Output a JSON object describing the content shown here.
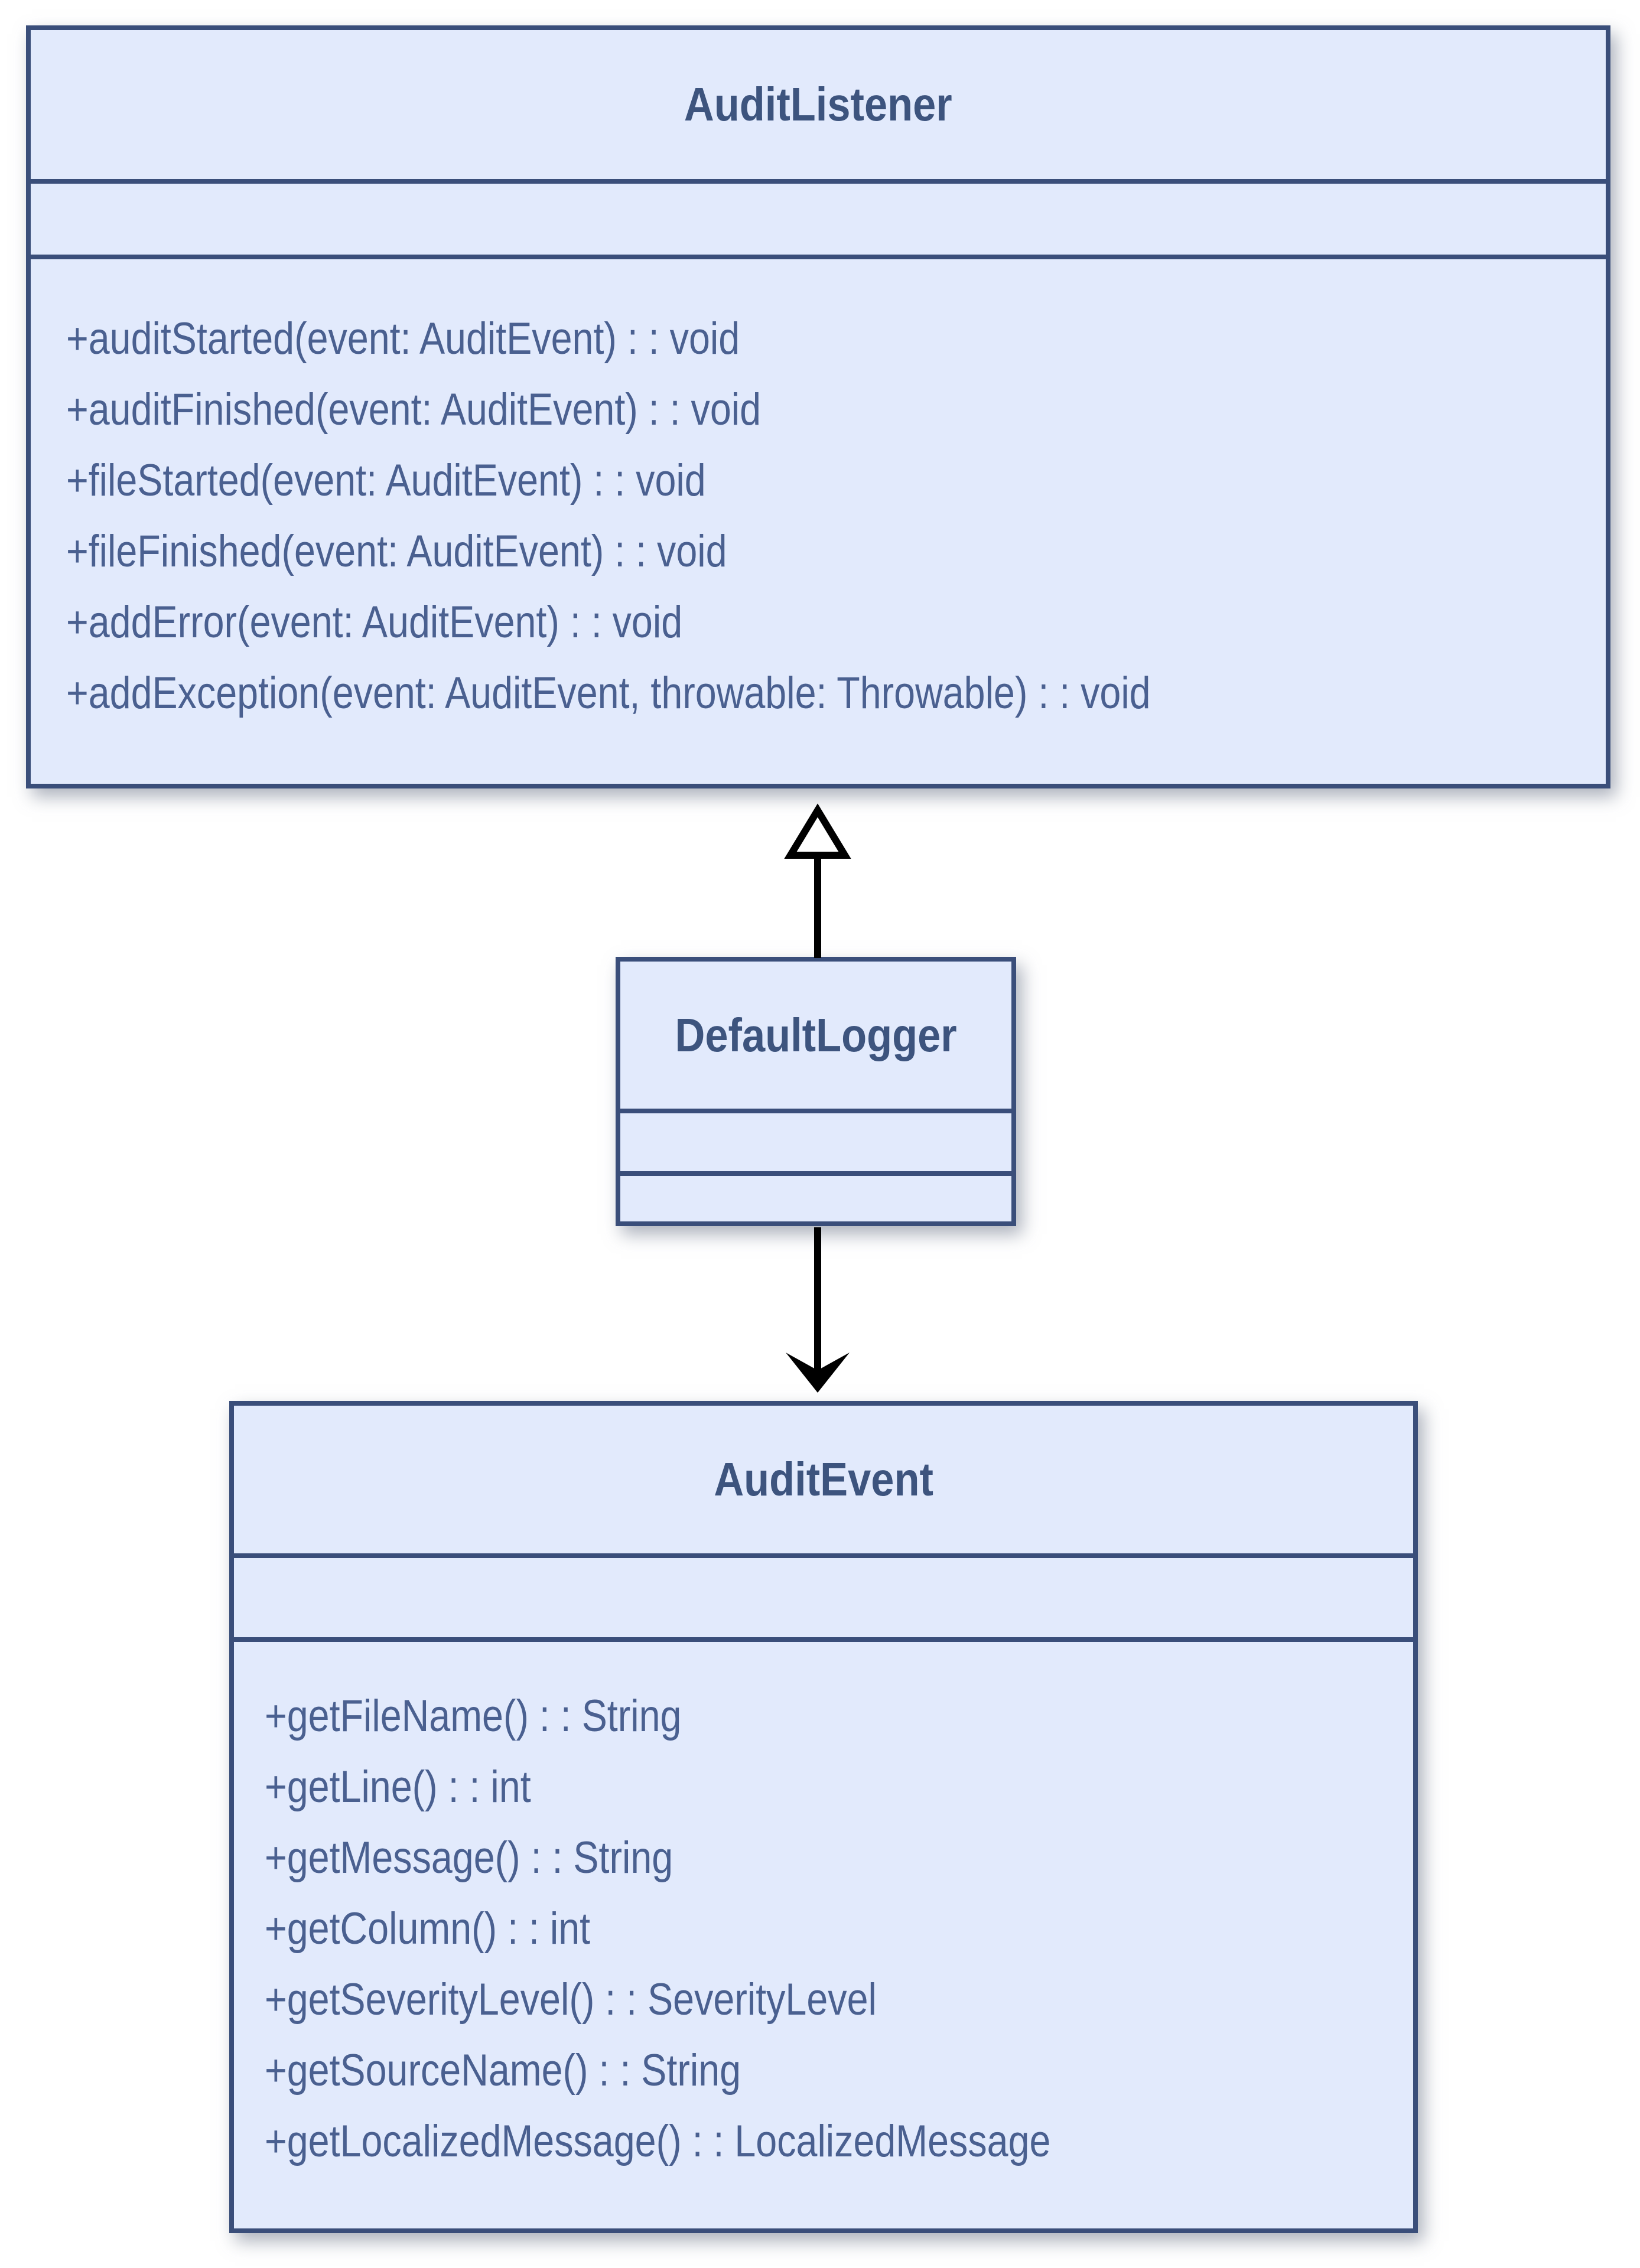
{
  "diagram": {
    "kind": "uml-class-diagram",
    "classes": [
      {
        "name": "AuditListener",
        "attributes": [],
        "methods": [
          "+auditStarted(event: AuditEvent) : : void",
          "+auditFinished(event: AuditEvent) : : void",
          "+fileStarted(event: AuditEvent) : : void",
          "+fileFinished(event: AuditEvent) : : void",
          "+addError(event: AuditEvent) : : void",
          "+addException(event: AuditEvent, throwable: Throwable) : : void"
        ]
      },
      {
        "name": "DefaultLogger",
        "attributes": [],
        "methods": []
      },
      {
        "name": "AuditEvent",
        "attributes": [],
        "methods": [
          "+getFileName() : : String",
          "+getLine() : : int",
          "+getMessage() : : String",
          "+getColumn() : : int",
          "+getSeverityLevel() : : SeverityLevel",
          "+getSourceName() : : String",
          "+getLocalizedMessage() : : LocalizedMessage"
        ]
      }
    ],
    "relationships": [
      {
        "from": "DefaultLogger",
        "to": "AuditListener",
        "type": "generalization"
      },
      {
        "from": "DefaultLogger",
        "to": "AuditEvent",
        "type": "directed-association"
      }
    ],
    "colors": {
      "background": "#ffffff",
      "box_fill": "#e2eafc",
      "box_border": "#3a4e7a",
      "title_text": "#3d547e",
      "method_text": "#4a6090",
      "arrow": "#000000"
    }
  }
}
